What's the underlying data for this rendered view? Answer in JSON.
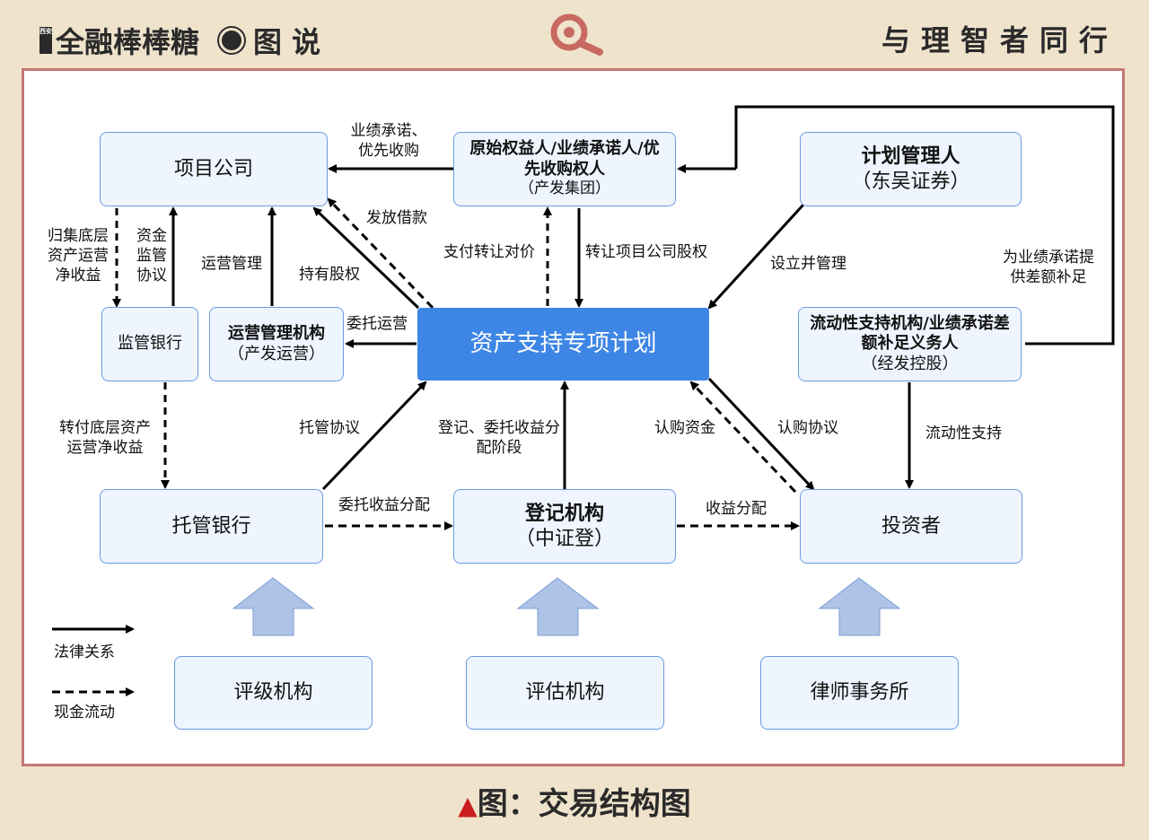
{
  "header": {
    "brand": "全融棒棒糖",
    "brand_mark": "西安",
    "section": "图 说",
    "tagline": "与理智者同行"
  },
  "nodes": {
    "project_company": {
      "title": "项目公司"
    },
    "originator": {
      "title": "原始权益人/业绩承诺人/优先收购权人",
      "sub": "（产发集团）"
    },
    "plan_manager": {
      "title": "计划管理人",
      "sub": "（东吴证券）"
    },
    "supervisory_bank": {
      "title": "监管银行"
    },
    "operator": {
      "title": "运营管理机构",
      "sub": "（产发运营）"
    },
    "abs_plan": {
      "title": "资产支持专项计划"
    },
    "liquidity_support": {
      "title": "流动性支持机构/业绩承诺差额补足义务人",
      "sub": "（经发控股）"
    },
    "custodian_bank": {
      "title": "托管银行"
    },
    "registry": {
      "title": "登记机构",
      "sub": "（中证登）"
    },
    "investors": {
      "title": "投资者"
    },
    "rating_agency": {
      "title": "评级机构"
    },
    "valuation_agency": {
      "title": "评估机构"
    },
    "law_firm": {
      "title": "律师事务所"
    }
  },
  "edge_labels": {
    "performance_commitment": "业绩承诺、优先收购",
    "collect_net_income": "归集底层资产运营净收益",
    "fund_supervision": "资金监管协议",
    "operation_mgmt": "运营管理",
    "hold_equity": "持有股权",
    "issue_loan": "发放借款",
    "pay_transfer": "支付转让对价",
    "transfer_equity": "转让项目公司股权",
    "establish_manage": "设立并管理",
    "diff_support": "为业绩承诺提供差额补足",
    "entrust_ops": "委托运营",
    "transfer_net_income": "转付底层资产运营净收益",
    "custody_agreement": "托管协议",
    "registry_entrust": "登记、委托收益分配阶段",
    "subscription_funds": "认购资金",
    "subscription_agreement": "认购协议",
    "liquidity": "流动性支持",
    "entrust_distribution": "委托收益分配",
    "income_distribution": "收益分配"
  },
  "legend": {
    "legal": "法律关系",
    "cash": "现金流动"
  },
  "caption": "图：交易结构图",
  "colors": {
    "frame": "#c47873",
    "center_fill": "#3d86e6",
    "box_border": "#6a9be0",
    "box_fill": "#eef5ff",
    "support_arrow": "#aec3e6",
    "caption_marker": "#c91c1c"
  }
}
